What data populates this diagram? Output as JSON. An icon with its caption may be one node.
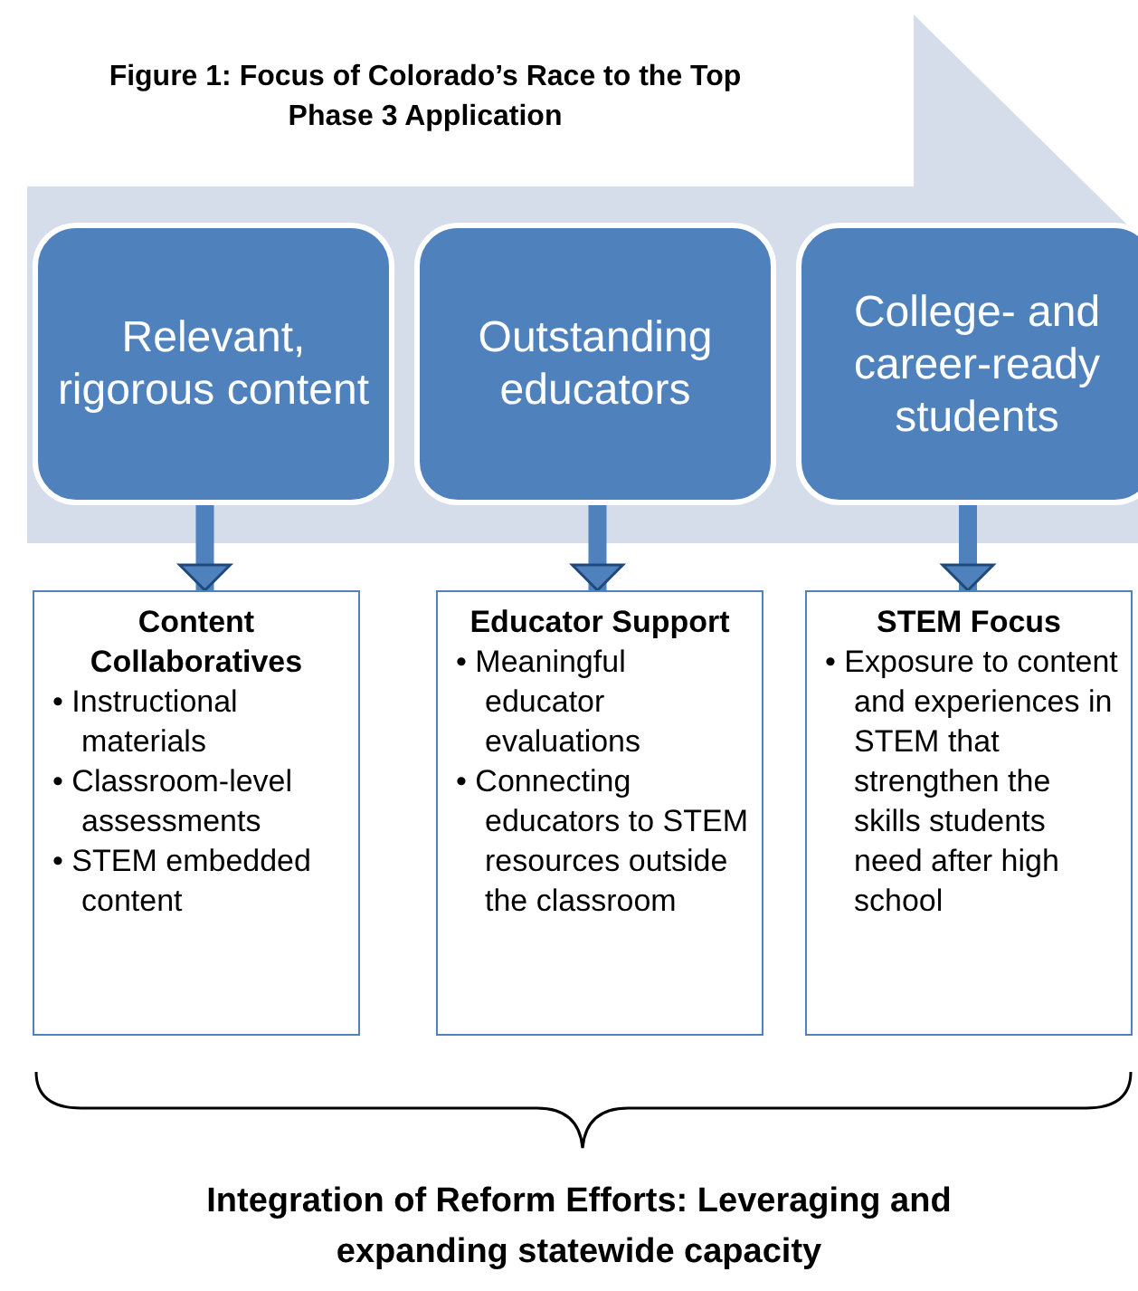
{
  "diagram": {
    "title": "Figure 1:  Focus of Colorado’s Race to the Top Phase 3 Application",
    "nodes": [
      {
        "text": [
          "Relevant, rigorous content"
        ]
      },
      {
        "text": [
          "Outstanding educators"
        ]
      },
      {
        "text": [
          "College- and career-ready students"
        ]
      },
      {
        "text": [
          "Content Collaboratives",
          "• Instructional materials",
          "• Classroom-level assessments",
          "• STEM embedded content"
        ]
      },
      {
        "text": [
          "Educator Support",
          "• Meaningful educator evaluations",
          "• Connecting educators to STEM resources outside the classroom"
        ]
      },
      {
        "text": [
          "STEM Focus",
          "• Exposure to content and experiences in STEM that strengthen the skills students need after high school"
        ]
      }
    ],
    "edges": [
      {
        "from": 0,
        "to": 3,
        "arrow": "to"
      },
      {
        "from": 1,
        "to": 4,
        "arrow": "to"
      },
      {
        "from": 2,
        "to": 5,
        "arrow": "to"
      }
    ],
    "caption": "Integration of Reform Efforts: Leveraging and expanding statewide capacity"
  }
}
